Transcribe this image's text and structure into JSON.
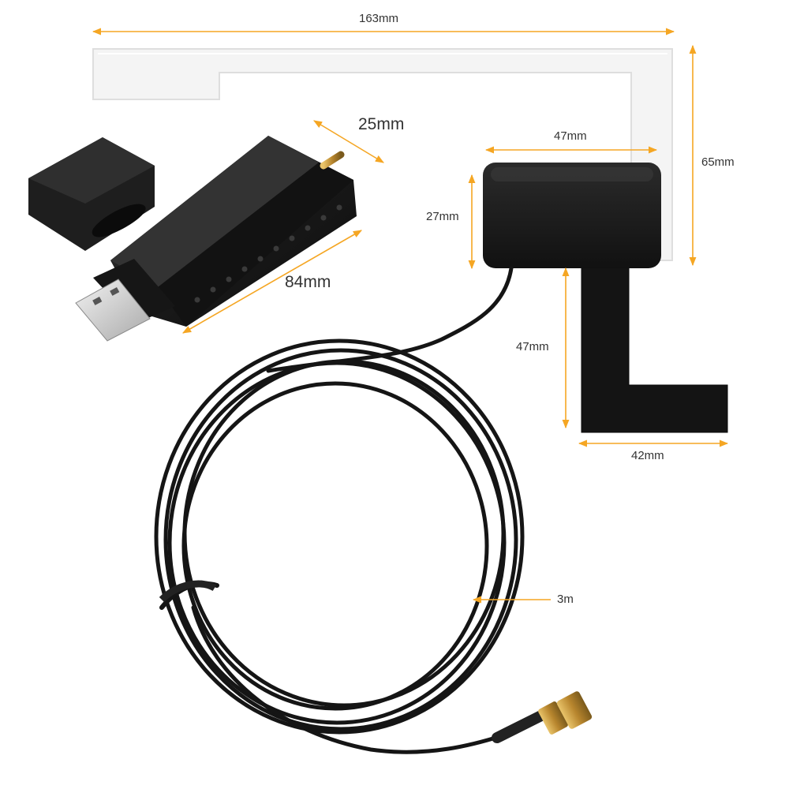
{
  "dimensions": {
    "antenna_width": "163mm",
    "antenna_height": "65mm",
    "amp_width": "47mm",
    "amp_height": "27mm",
    "strip_height": "47mm",
    "strip_width": "42mm",
    "dongle_width": "25mm",
    "dongle_length": "84mm",
    "cable_length": "3m"
  },
  "colors": {
    "dimension_arrow": "#f5a623",
    "device_black": "#1b1b1b",
    "antenna_film": "#f3f3f3",
    "connector_gold": "#c9a14a"
  }
}
